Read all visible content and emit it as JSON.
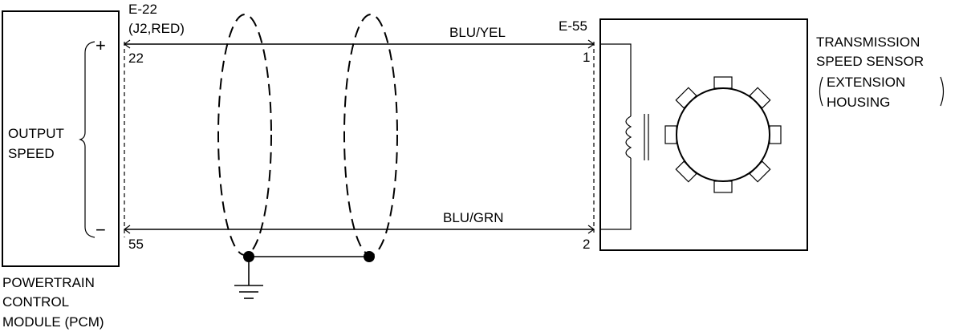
{
  "pcm": {
    "signal_label_line1": "OUTPUT",
    "signal_label_line2": "SPEED",
    "plus": "+",
    "minus": "−",
    "pin_pos": "22",
    "pin_neg": "55",
    "name_line1": "POWERTRAIN",
    "name_line2": "CONTROL",
    "name_line3": "MODULE (PCM)"
  },
  "connector_pcm": {
    "id": "E-22",
    "detail": "(J2,RED)"
  },
  "wires": {
    "top_color": "BLU/YEL",
    "bottom_color": "BLU/GRN"
  },
  "connector_sensor": {
    "id": "E-55",
    "pin_top": "1",
    "pin_bottom": "2"
  },
  "sensor": {
    "name_line1": "TRANSMISSION",
    "name_line2": "SPEED SENSOR",
    "location_line1": "EXTENSION",
    "location_line2": "HOUSING"
  },
  "icons": {
    "ground": "ground-icon",
    "coil": "coil-icon",
    "tone_wheel": "tone-wheel-icon"
  }
}
